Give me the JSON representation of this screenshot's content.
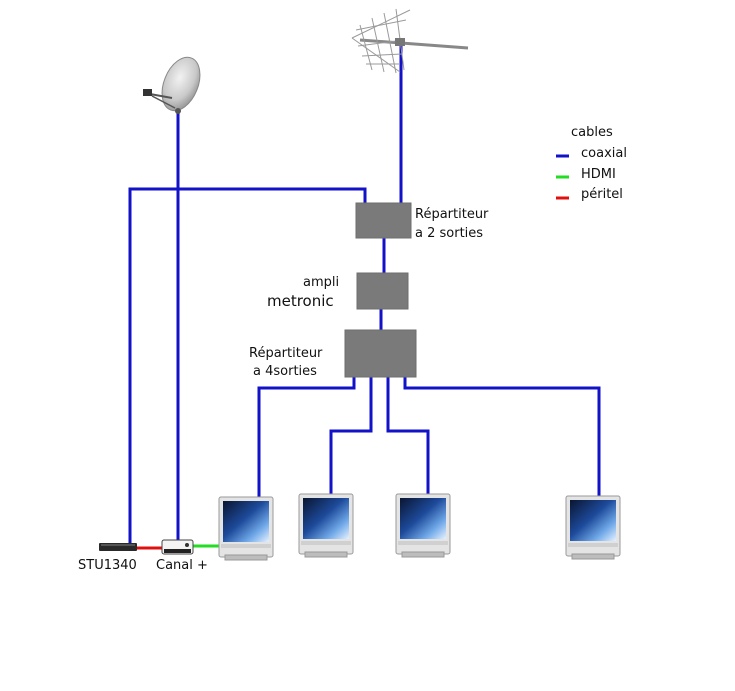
{
  "legend": {
    "title": "cables",
    "items": [
      {
        "label": "coaxial",
        "color": "#1212c8"
      },
      {
        "label": "HDMI",
        "color": "#22dd22"
      },
      {
        "label": "péritel",
        "color": "#e01010"
      }
    ]
  },
  "splitter2": {
    "line1": "Répartiteur",
    "line2": "a 2 sorties"
  },
  "amplifier": {
    "line1": "ampli",
    "line2": "metronic"
  },
  "splitter4": {
    "line1": "Répartiteur",
    "line2": "a 4sorties"
  },
  "receivers": {
    "stu": "STU1340",
    "canal": "Canal +"
  },
  "colors": {
    "coaxial": "#1212c8",
    "hdmi": "#22dd22",
    "peritel": "#e01010",
    "box": "#7a7a7a"
  }
}
